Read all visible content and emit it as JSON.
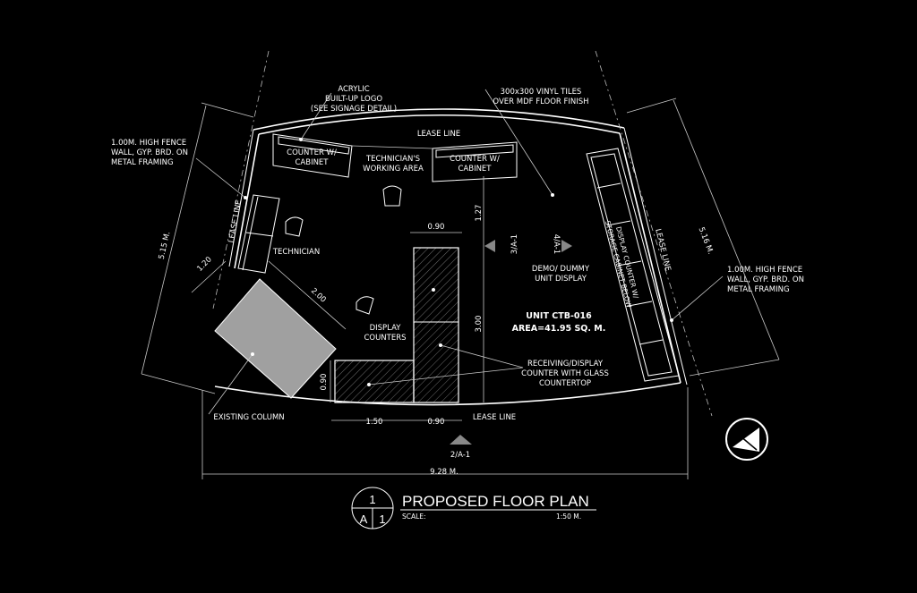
{
  "notes": {
    "logo": [
      "ACRYLIC",
      "BUILT-UP LOGO",
      "(SEE SIGNAGE DETAIL)"
    ],
    "tiles": [
      "300x300 VINYL TILES",
      "OVER MDF FLOOR FINISH"
    ],
    "fence_left": [
      "1.00M. HIGH FENCE",
      "WALL, GYP. BRD. ON",
      "METAL FRAMING"
    ],
    "fence_right": [
      "1.00M. HIGH FENCE",
      "WALL, GYP. BRD. ON",
      "METAL FRAMING"
    ],
    "existing_column": "EXISTING COLUMN",
    "receiving": [
      "RECEIVING/DISPLAY",
      "COUNTER WITH GLASS",
      "COUNTERTOP"
    ]
  },
  "labels": {
    "lease_top": "LEASE LINE",
    "lease_left": "LEASE LINE",
    "lease_right": "LEASE LINE",
    "lease_bottom": "LEASE LINE",
    "counter_left": [
      "COUNTER W/",
      "CABINET"
    ],
    "tech_area": [
      "TECHNICIAN'S",
      "WORKING AREA"
    ],
    "counter_right": [
      "COUNTER W/",
      "CABINET"
    ],
    "technician": "TECHNICIAN",
    "display_counters": [
      "DISPLAY",
      "COUNTERS"
    ],
    "demo": [
      "DEMO/ DUMMY",
      "UNIT DISPLAY"
    ],
    "display_cabinet": [
      "DISPLAY COUNTER W/",
      "STORAGE CABINET BELOW"
    ],
    "unit": "UNIT CTB-016",
    "area": "AREA=41.95 SQ. M."
  },
  "dimensions": {
    "left_side": "5.15 M.",
    "right_side": "5.16 M.",
    "bottom_total": "9.28 M.",
    "col_w": "1.20",
    "col_l": "2.00",
    "ctr_top": "0.90",
    "ctr_h": "3.00",
    "ctr_gap": "1.27",
    "bot_left": "1.50",
    "bot_right": "0.90",
    "bot_depth": "0.90"
  },
  "section_marks": {
    "a": "3/A-1",
    "b": "4/A-1",
    "c": "2/A-1"
  },
  "title": {
    "text": "PROPOSED FLOOR PLAN",
    "scale_label": "SCALE:",
    "scale_value": "1:50 M.",
    "bubble_top": "1",
    "bubble_bottom_left": "A",
    "bubble_bottom_right": "1"
  },
  "icons": [
    "north-arrow-icon",
    "section-marker-icon"
  ],
  "colors": {
    "background": "#000000",
    "lines": "#ffffff",
    "column_fill": "#a0a0a0"
  }
}
